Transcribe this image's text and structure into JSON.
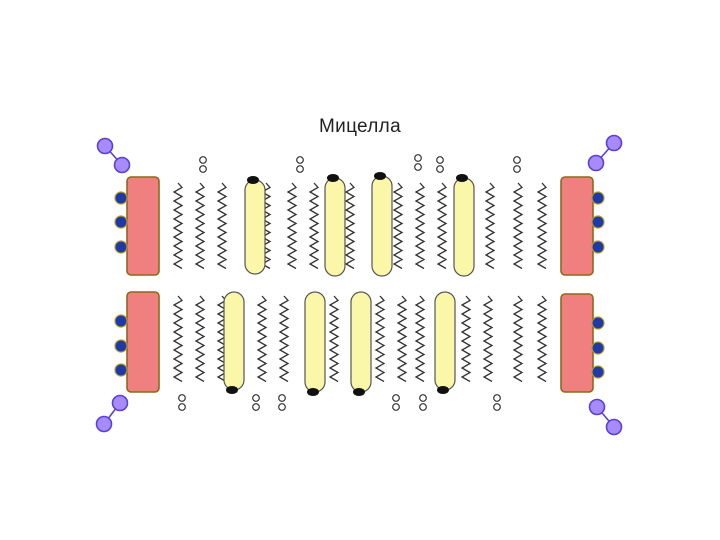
{
  "title": "Мицелла",
  "colors": {
    "protein_fill": "#f08080",
    "protein_stroke": "#8a6a1c",
    "sugar_fill": "#a78bfa",
    "sugar_stroke": "#5b3fd6",
    "anchor_fill": "#1e3aa8",
    "anchor_stroke": "#b49a2a",
    "sterol_fill": "#fbf7a8",
    "sterol_stroke": "#555555",
    "lipid_stroke": "#333333"
  },
  "icons": {
    "protein": "rounded-rectangle",
    "sugar_chain": "circle-chain",
    "sterol": "capsule",
    "lipid_tail": "zigzag",
    "lipid_head": "two-small-circles"
  }
}
